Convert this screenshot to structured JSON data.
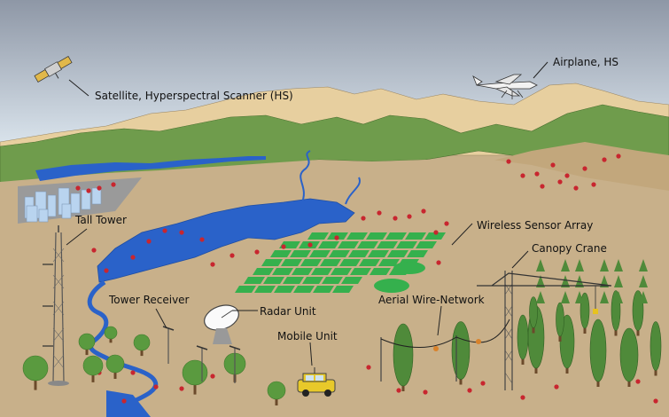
{
  "labels": {
    "satellite": "Satellite, Hyperspectral Scanner (HS)",
    "airplane": "Airplane, HS",
    "tall_tower": "Tall Tower",
    "wireless_sensor_array": "Wireless Sensor Array",
    "canopy_crane": "Canopy Crane",
    "tower_receiver": "Tower Receiver",
    "radar_unit": "Radar Unit",
    "aerial_wire_network": "Aerial Wire-Network",
    "mobile_unit": "Mobile Unit"
  },
  "colors": {
    "sky_top": "#8e97a6",
    "sky_bottom": "#dfe9f1",
    "mountains": "#e7cf9f",
    "hills": "#6f9c4c",
    "ground": "#c8b08a",
    "water": "#2a62c9",
    "fields": "#35b04d",
    "trees": "#4f8a3a",
    "sensors": "#c8262f",
    "towers": "#555555"
  }
}
